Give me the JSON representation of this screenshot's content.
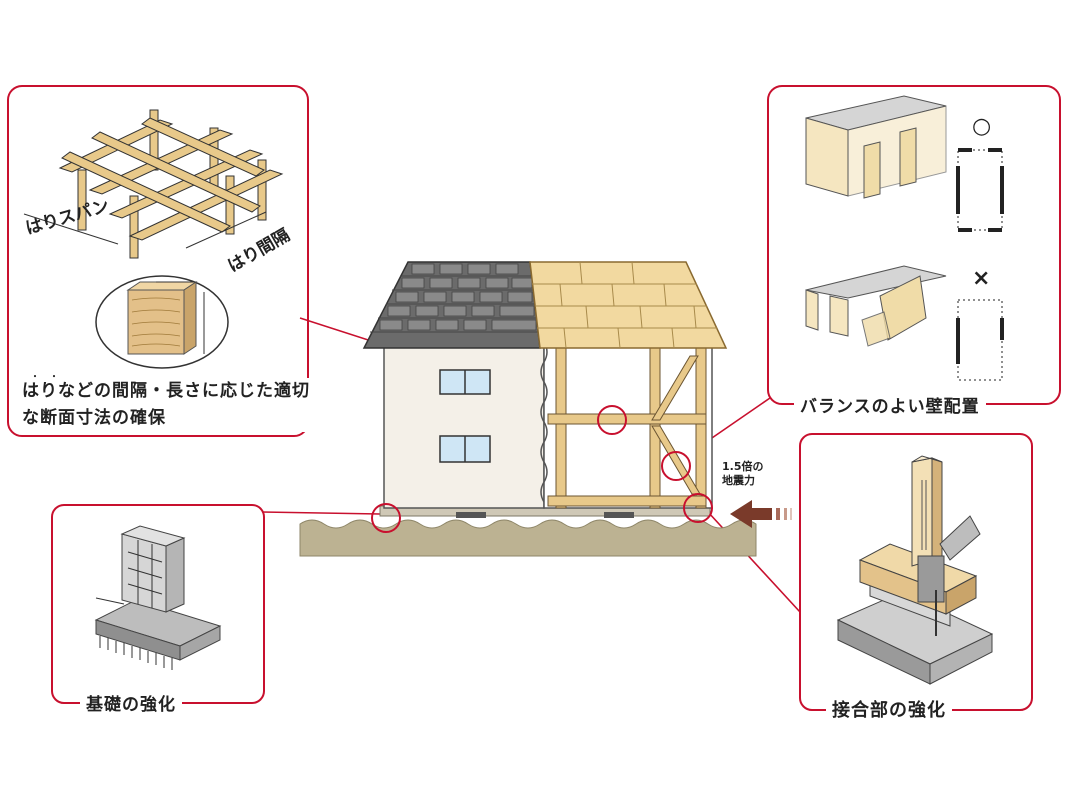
{
  "labels": {
    "beam_span": "はりスパン",
    "beam_gap": "はり間隔",
    "beam_caption": "はりなどの間隔・長さに応じた適切な断面寸法の確保",
    "wall_caption": "バランスのよい壁配置",
    "foundation_caption": "基礎の強化",
    "joint_caption": "接合部の強化",
    "quake_force": "1.5倍の地震力",
    "good_mark": "○",
    "bad_mark": "×"
  },
  "colors": {
    "callout_red": "#c8102e",
    "roof_slate": "#6b6b6b",
    "roof_wood": "#f2d9a0",
    "wall_plaster": "#f4f0e8",
    "timber": "#e8c98a",
    "ground": "#bcb292",
    "window_blue": "#cfe6f5"
  },
  "icons": [
    "beam-grid-icon",
    "timber-section-icon",
    "wall-box-icon",
    "foundation-rebar-icon",
    "hold-down-joint-icon",
    "force-arrow-icon"
  ]
}
